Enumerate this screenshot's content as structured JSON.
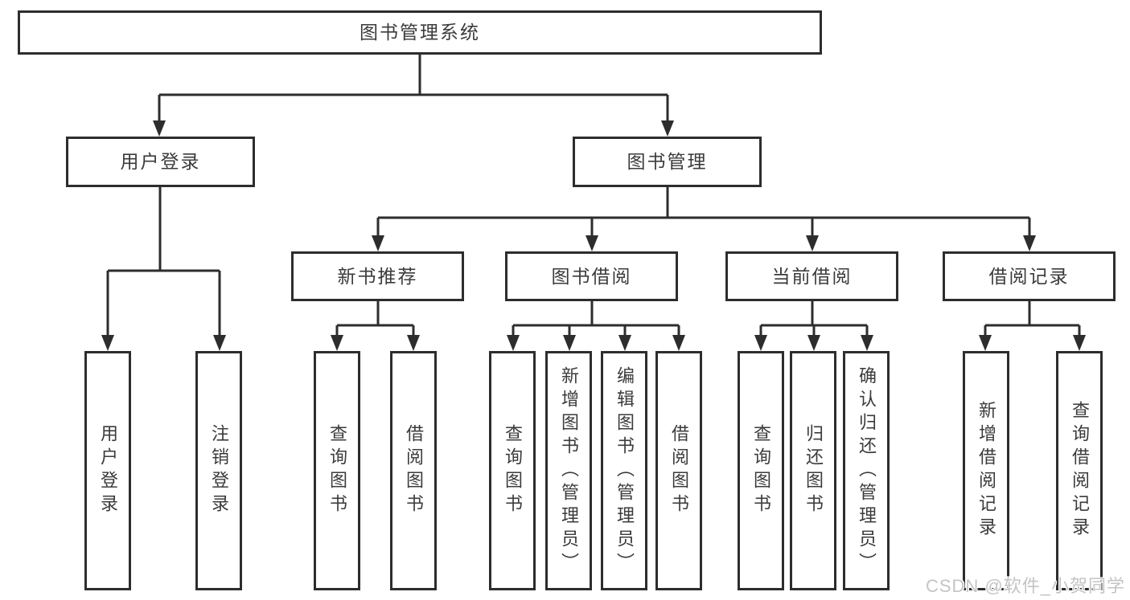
{
  "diagram": {
    "root": {
      "label": "图书管理系统"
    },
    "level2": [
      {
        "id": "user-login",
        "label": "用户登录"
      },
      {
        "id": "book-management",
        "label": "图书管理"
      }
    ],
    "level3": [
      {
        "id": "new-book-recommend",
        "label": "新书推荐"
      },
      {
        "id": "book-borrow",
        "label": "图书借阅"
      },
      {
        "id": "current-borrow",
        "label": "当前借阅"
      },
      {
        "id": "borrow-records",
        "label": "借阅记录"
      }
    ],
    "leaves": {
      "login": [
        {
          "label": "用户登录"
        },
        {
          "label": "注销登录"
        }
      ],
      "recommend": [
        {
          "label": "查询图书"
        },
        {
          "label": "借阅图书"
        }
      ],
      "borrow": [
        {
          "label": "查询图书"
        },
        {
          "label": "新增图书（管理员）"
        },
        {
          "label": "编辑图书（管理员）"
        },
        {
          "label": "借阅图书"
        }
      ],
      "current": [
        {
          "label": "查询图书"
        },
        {
          "label": "归还图书"
        },
        {
          "label": "确认归还（管理员）"
        }
      ],
      "record": [
        {
          "label": "新增借阅记录"
        },
        {
          "label": "查询借阅记录"
        }
      ]
    }
  },
  "watermark": {
    "text": "CSDN @软件_小贺同学"
  },
  "colors": {
    "line": "#2d2d2d",
    "text": "#3b3b3b",
    "watermark": "#c4c4c4",
    "background": "#ffffff"
  }
}
